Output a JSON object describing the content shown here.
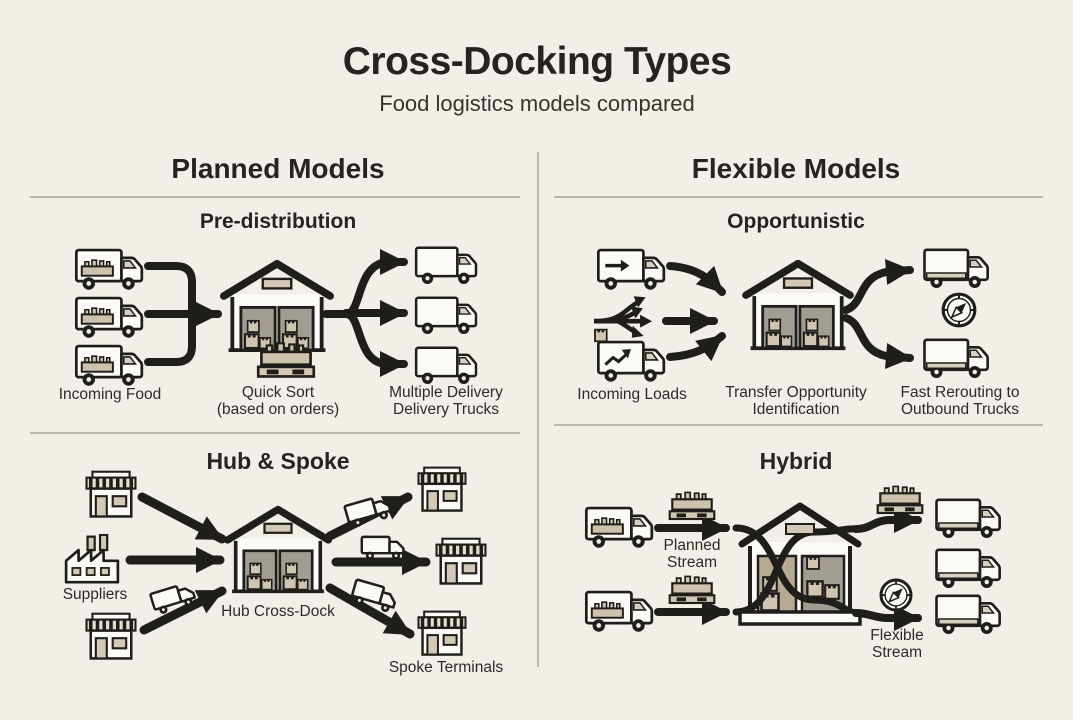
{
  "header": {
    "title": "Cross-Docking Types",
    "subtitle": "Food logistics models compared"
  },
  "columns": {
    "planned": {
      "title": "Planned Models"
    },
    "flexible": {
      "title": "Flexible Models"
    }
  },
  "sections": {
    "pre_distribution": {
      "title": "Pre-distribution",
      "incoming_label": "Incoming Food",
      "center_label_lines": [
        "Quick Sort",
        "(based on orders)"
      ],
      "outgoing_label_lines": [
        "Multiple Delivery",
        "Delivery Trucks"
      ]
    },
    "opportunistic": {
      "title": "Opportunistic",
      "incoming_label": "Incoming Loads",
      "center_label_lines": [
        "Transfer Opportunity",
        "Identification"
      ],
      "outgoing_label_lines": [
        "Fast Rerouting to",
        "Outbound Trucks"
      ]
    },
    "hub_spoke": {
      "title": "Hub & Spoke",
      "suppliers_label": "Suppliers",
      "hub_label": "Hub Cross-Dock",
      "spokes_label": "Spoke Terminals"
    },
    "hybrid": {
      "title": "Hybrid",
      "planned_stream_lines": [
        "Planned",
        "Stream"
      ],
      "flexible_stream_lines": [
        "Flexible",
        "Stream"
      ]
    }
  },
  "icons": {
    "food_truck": "food-truck-icon",
    "delivery_truck": "delivery-truck-icon",
    "arrow_marked_truck": "arrow-marked-truck-icon",
    "trend_chart_truck": "trend-chart-truck-icon",
    "small_truck": "small-truck-icon",
    "warehouse": "warehouse-icon",
    "storefront": "storefront-icon",
    "factory": "factory-icon",
    "pallet_crate": "pallet-crate-icon",
    "compass": "compass-icon",
    "branching_arrows": "branching-arrows-icon"
  },
  "colors": {
    "background": "#f2efe9",
    "ink": "#201e1b",
    "icon_fill": "#fbfaf6",
    "tan": "#cdc2ab",
    "gray": "#a29d93",
    "divider": "#bcb8af",
    "text": "#2c2925"
  }
}
